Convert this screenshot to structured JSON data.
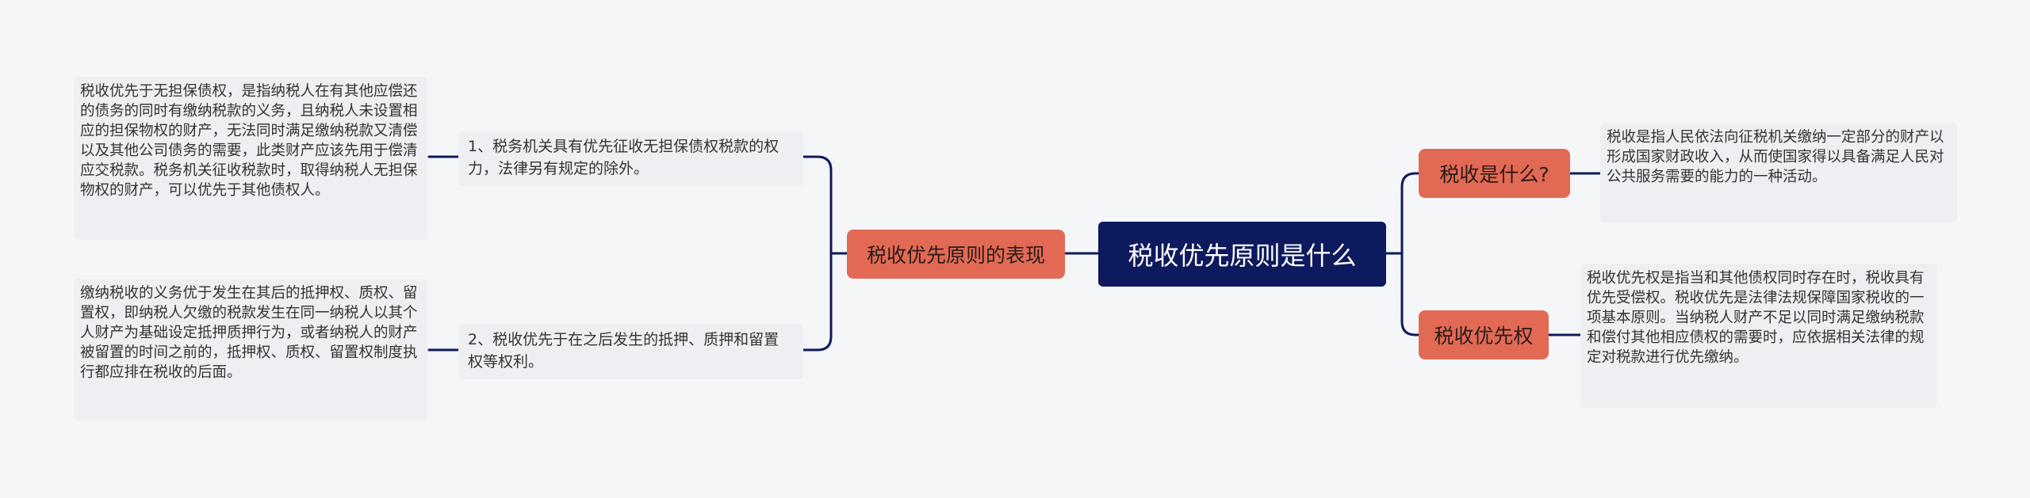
{
  "root": {
    "label": "税收优先原则是什么"
  },
  "left": {
    "branch": {
      "label": "税收优先原则的表现"
    },
    "items": [
      {
        "label": "1、税务机关具有优先征收无担保债权税款的权力，法律另有规定的除外。",
        "detail": "税收优先于无担保债权，是指纳税人在有其他应偿还的债务的同时有缴纳税款的义务，且纳税人未设置相应的担保物权的财产，无法同时满足缴纳税款又清偿以及其他公司债务的需要，此类财产应该先用于偿清应交税款。税务机关征收税款时，取得纳税人无担保物权的财产，可以优先于其他债权人。"
      },
      {
        "label": "2、税收优先于在之后发生的抵押、质押和留置权等权利。",
        "detail": "缴纳税收的义务优于发生在其后的抵押权、质权、留置权，即纳税人欠缴的税款发生在同一纳税人以其个人财产为基础设定抵押质押行为，或者纳税人的财产被留置的时间之前的，抵押权、质权、留置权制度执行都应排在税收的后面。"
      }
    ]
  },
  "right": {
    "items": [
      {
        "branch": "税收是什么?",
        "detail": "税收是指人民依法向征税机关缴纳一定部分的财产以形成国家财政收入，从而使国家得以具备满足人民对公共服务需要的能力的一种活动。"
      },
      {
        "branch": "税收优先权",
        "detail": "税收优先权是指当和其他债权同时存在时，税收具有优先受偿权。税收优先是法律法规保障国家税收的一项基本原则。当纳税人财产不足以同时满足缴纳税款和偿付其他相应债权的需要时，应依据相关法律的规定对税款进行优先缴纳。"
      }
    ]
  },
  "colors": {
    "root_bg": "#0e1a5e",
    "branch_bg": "#e26a55",
    "card_bg": "#eeeff2",
    "line": "#0e1a5e"
  }
}
